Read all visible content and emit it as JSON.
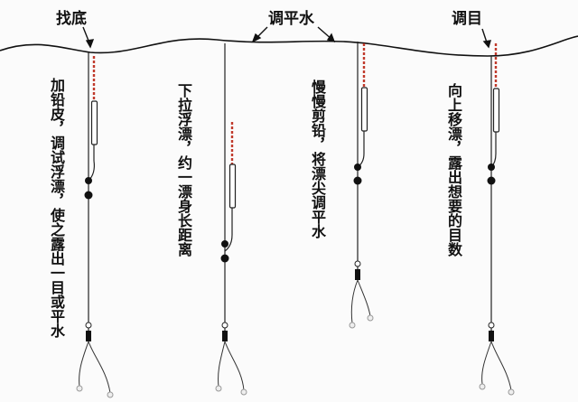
{
  "labels": {
    "find_bottom": "找底",
    "adjust_level": "调平水",
    "adjust_mesh": "调目"
  },
  "instructions": {
    "step1": "加铅皮，调试浮漂，使之露出一目或平水",
    "step2": "下拉浮漂，约一漂身长距离",
    "step3": "慢慢剪铅，将漂尖调平水",
    "step4": "向上移漂，露出想要的目数"
  },
  "colors": {
    "line": "#111111",
    "float_tip": "#c0392b",
    "hook": "#e8e8e8"
  }
}
